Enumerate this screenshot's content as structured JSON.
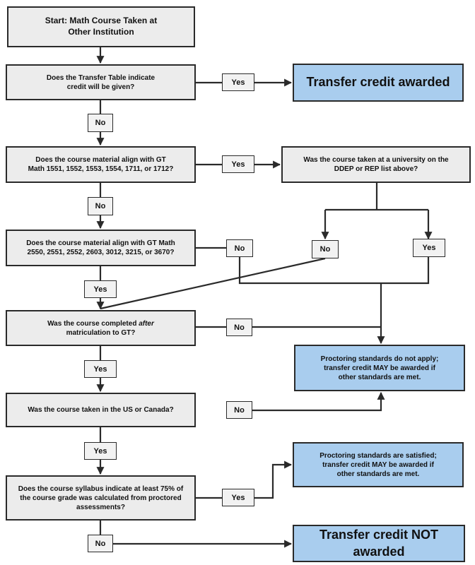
{
  "nodes": {
    "start": {
      "line1": "Start: Math Course Taken at",
      "line2": "Other Institution"
    },
    "q1": {
      "line1": "Does the Transfer Table indicate",
      "line2": "credit will be given?"
    },
    "q2": {
      "line1": "Does the course material align with GT",
      "line2": "Math 1551, 1552, 1553, 1554, 1711, or 1712?"
    },
    "q2b": {
      "line1": "Was the course taken at a university on the",
      "line2": "DDEP or REP list above?"
    },
    "q3": {
      "line1": "Does the course material align with GT Math",
      "line2": "2550, 2551, 2552, 2603, 3012, 3215, or 3670?"
    },
    "q4": {
      "pre": "Was the course completed ",
      "em": "after",
      "line2": "matriculation to GT?"
    },
    "q5": {
      "line1": "Was the course taken in the US or Canada?"
    },
    "q6": {
      "line1": "Does the course syllabus indicate at least 75% of",
      "line2": "the course grade was calculated from proctored",
      "line3": "assessments?"
    },
    "awarded": {
      "text": "Transfer credit awarded"
    },
    "not_apply": {
      "line1": "Proctoring standards do not apply;",
      "line2": "transfer credit MAY be awarded if",
      "line3": "other standards are met."
    },
    "satisfied": {
      "line1": "Proctoring standards are satisfied;",
      "line2": "transfer credit MAY be awarded if",
      "line3": "other standards are met."
    },
    "not_awarded": {
      "text": "Transfer credit NOT awarded"
    }
  },
  "labels": {
    "yes": "Yes",
    "no": "No"
  },
  "colors": {
    "question_fill": "#ececec",
    "outcome_fill": "#a9cdee",
    "line": "#2a2a2a"
  }
}
